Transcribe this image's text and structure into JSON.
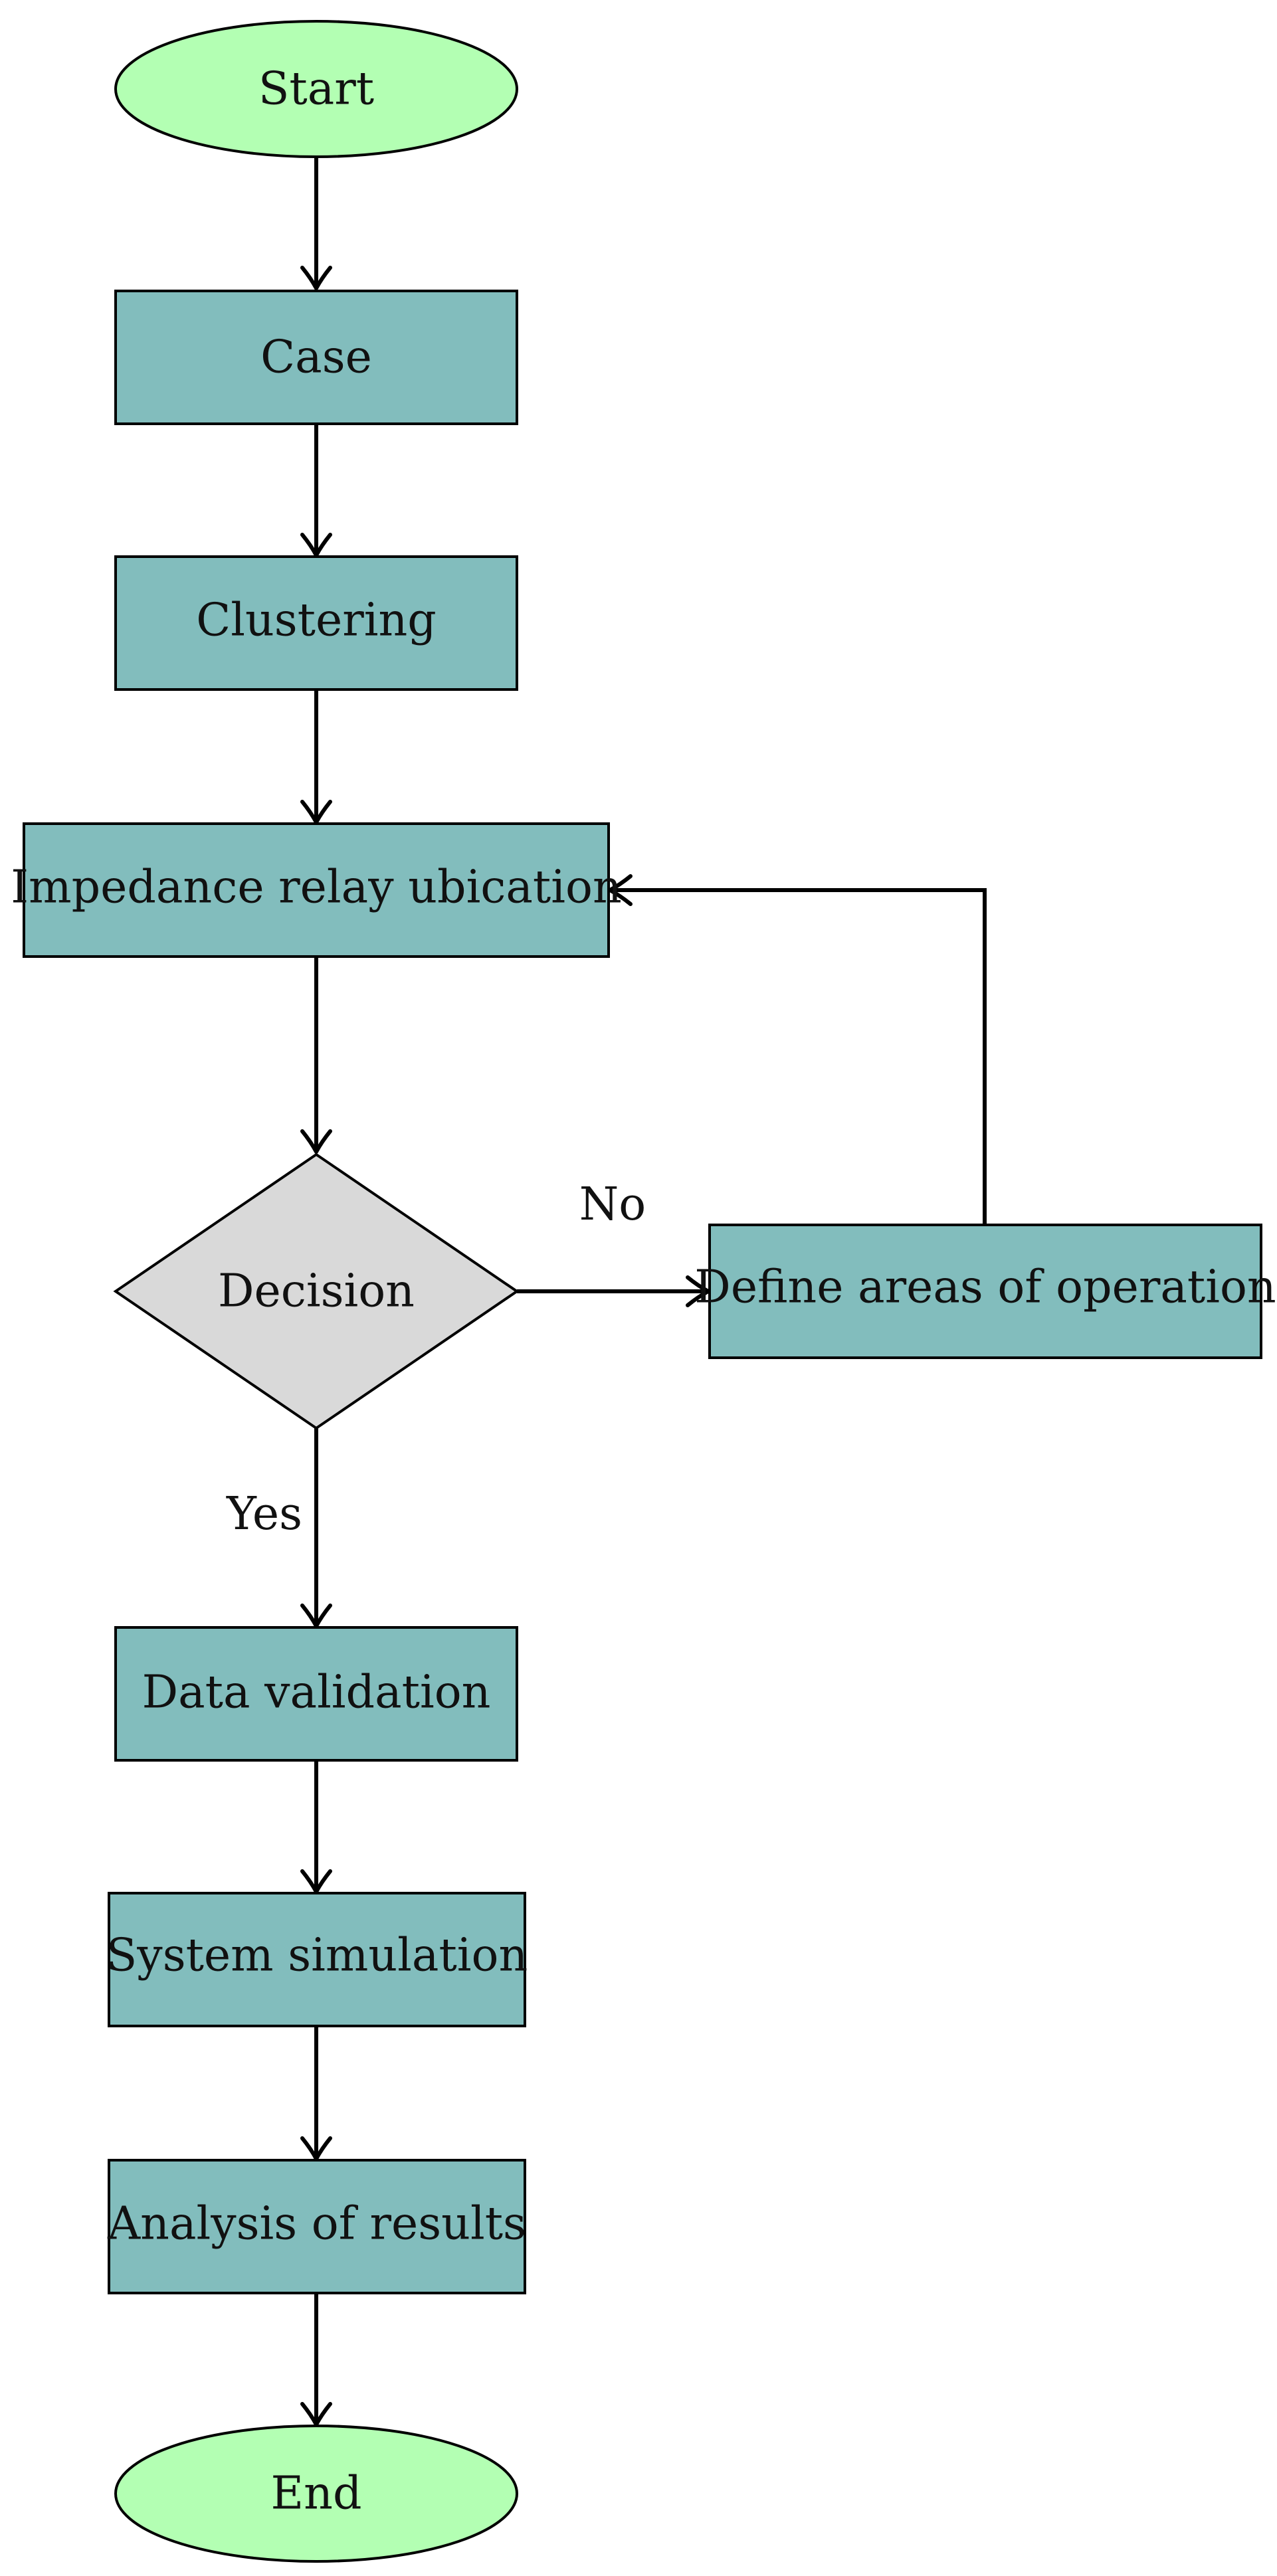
{
  "colors": {
    "process_fill": "#82bdbd",
    "terminal_fill": "#b3ffb3",
    "decision_fill": "#d9d9d9",
    "stroke": "#000000"
  },
  "nodes": {
    "start": "Start",
    "case": "Case",
    "clustering": "Clustering",
    "relay": "Impedance relay ubication",
    "decision": "Decision",
    "define_areas": "Define areas of operation",
    "validation": "Data validation",
    "simulation": "System simulation",
    "analysis": "Analysis of results",
    "end": "End"
  },
  "edge_labels": {
    "no": "No",
    "yes": "Yes"
  }
}
